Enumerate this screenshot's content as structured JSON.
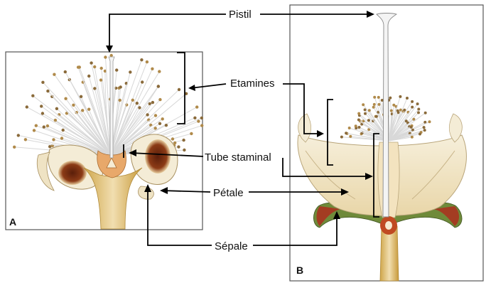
{
  "panels": {
    "a": {
      "letter": "A"
    },
    "b": {
      "letter": "B"
    }
  },
  "labels": {
    "pistil": "Pistil",
    "etamines": "Etamines",
    "tube_staminal": "Tube staminal",
    "petale": "Pétale",
    "sepale": "Sépale"
  },
  "colors": {
    "stamen_filament": "#d8d8d8",
    "anther": "#8a6a3a",
    "petal_cream": "#f3ead2",
    "petal_dark": "#7a3418",
    "stem": "#e2c98a",
    "sepal_green": "#6f8a3a",
    "ovary_red": "#b8321c",
    "frame": "#555555"
  }
}
